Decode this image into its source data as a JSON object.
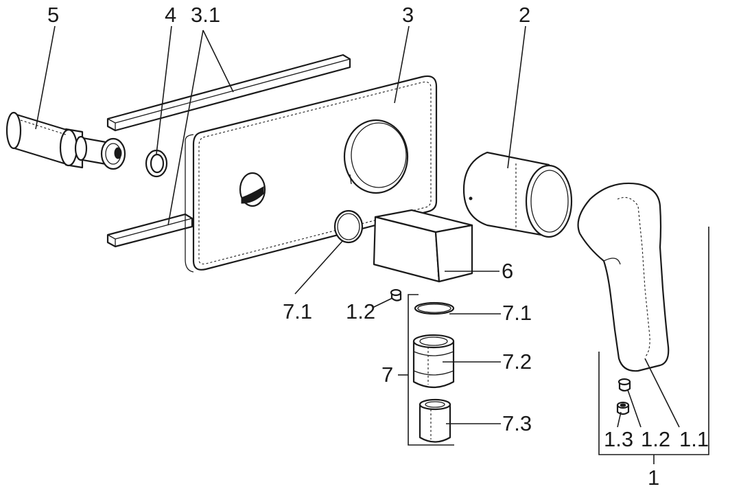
{
  "labels": {
    "l5": "5",
    "l4": "4",
    "l31": "3.1",
    "l3": "3",
    "l2": "2",
    "l6": "6",
    "l71a": "7.1",
    "l12a": "1.2",
    "l71b": "7.1",
    "l72": "7.2",
    "l7": "7",
    "l73": "7.3",
    "l13": "1.3",
    "l12b": "1.2",
    "l11": "1.1",
    "l1": "1"
  }
}
